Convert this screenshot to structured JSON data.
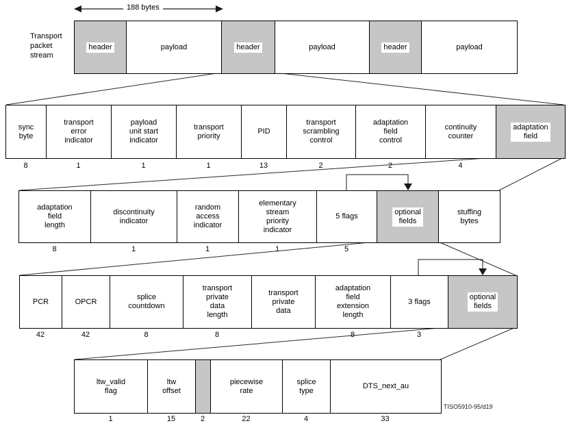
{
  "stream_label": "Transport\npacket\nstream",
  "arrow_label": "188 bytes",
  "caption": "TISO5910-95/d19",
  "colors": {
    "shaded_box": "#c6c6c6",
    "border": "#000000",
    "page_bg": "#ffffff"
  },
  "rows": [
    {
      "name": "transport-packet-stream",
      "cells": [
        {
          "label": "header",
          "shaded": true
        },
        {
          "label": "payload",
          "shaded": false
        },
        {
          "label": "header",
          "shaded": true
        },
        {
          "label": "payload",
          "shaded": false
        },
        {
          "label": "header",
          "shaded": true
        },
        {
          "label": "payload",
          "shaded": false
        }
      ]
    },
    {
      "name": "packet-header-fields",
      "cells": [
        {
          "label": "sync\nbyte",
          "bits": "8",
          "shaded": false
        },
        {
          "label": "transport\nerror\nindicator",
          "bits": "1",
          "shaded": false
        },
        {
          "label": "payload\nunit start\nindicator",
          "bits": "1",
          "shaded": false
        },
        {
          "label": "transport\npriority",
          "bits": "1",
          "shaded": false
        },
        {
          "label": "PID",
          "bits": "13",
          "shaded": false
        },
        {
          "label": "transport\nscrambling\ncontrol",
          "bits": "2",
          "shaded": false
        },
        {
          "label": "adaptation\nfield\ncontrol",
          "bits": "2",
          "shaded": false
        },
        {
          "label": "continuity\ncounter",
          "bits": "4",
          "shaded": false
        },
        {
          "label": "adaptation\nfield",
          "shaded": true
        }
      ]
    },
    {
      "name": "adaptation-field-fields",
      "cells": [
        {
          "label": "adaptation\nfield\nlength",
          "bits": "8",
          "shaded": false
        },
        {
          "label": "discontinuity\nindicator",
          "bits": "1",
          "shaded": false
        },
        {
          "label": "random\naccess\nindicator",
          "bits": "1",
          "shaded": false
        },
        {
          "label": "elementary\nstream\npriority\nindicator",
          "bits": "1",
          "shaded": false
        },
        {
          "label": "5 flags",
          "bits": "5",
          "shaded": false
        },
        {
          "label": "optional\nfields",
          "shaded": true
        },
        {
          "label": "stuffing\nbytes",
          "shaded": false
        }
      ]
    },
    {
      "name": "optional-fields-level1",
      "cells": [
        {
          "label": "PCR",
          "bits": "42",
          "shaded": false
        },
        {
          "label": "OPCR",
          "bits": "42",
          "shaded": false
        },
        {
          "label": "splice\ncountdown",
          "bits": "8",
          "shaded": false
        },
        {
          "label": "transport\nprivate\ndata\nlength",
          "bits": "8",
          "shaded": false
        },
        {
          "label": "transport\nprivate\ndata",
          "shaded": false
        },
        {
          "label": "adaptation\nfield\nextension\nlength",
          "bits": "8",
          "shaded": false
        },
        {
          "label": "3 flags",
          "bits": "3",
          "shaded": false
        },
        {
          "label": "optional\nfields",
          "shaded": true
        }
      ]
    },
    {
      "name": "optional-fields-level2",
      "cells": [
        {
          "label": "ltw_valid\nflag",
          "bits": "1",
          "shaded": false
        },
        {
          "label": "ltw\noffset",
          "bits": "15",
          "shaded": false
        },
        {
          "label": "",
          "bits": "2",
          "shaded": true
        },
        {
          "label": "piecewise\nrate",
          "bits": "22",
          "shaded": false
        },
        {
          "label": "splice\ntype",
          "bits": "4",
          "shaded": false
        },
        {
          "label": "DTS_next_au",
          "bits": "33",
          "shaded": false
        }
      ]
    }
  ]
}
